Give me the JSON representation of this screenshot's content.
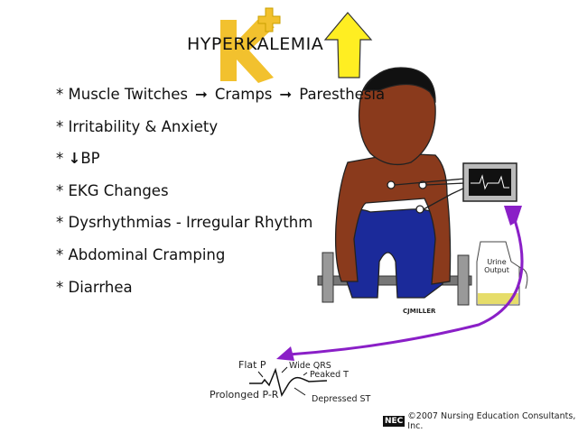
{
  "title": "HYPERKALEMIA",
  "symbol": "K+",
  "bullets": [
    {
      "prefix": "* ",
      "parts": [
        "Muscle Twitches",
        "Cramps",
        "Paresthesia"
      ],
      "arrow": "➞"
    },
    {
      "text": "* Irritability & Anxiety"
    },
    {
      "prefix": "* ",
      "arrow": "↓",
      "text": "BP"
    },
    {
      "text": "* EKG Changes"
    },
    {
      "text": "* Dysrhythmias - Irregular Rhythm"
    },
    {
      "text": "* Abdominal Cramping"
    },
    {
      "text": "* Diarrhea"
    }
  ],
  "jug_label_1": "Urine",
  "jug_label_2": "Output",
  "signature": "CJMILLER",
  "ekg_labels": {
    "flat_p": "Flat P",
    "wide_qrs": "Wide QRS",
    "peaked_t": "Peaked T",
    "prolonged_pr": "Prolonged P-R",
    "depressed_st": "Depressed ST"
  },
  "copyright": {
    "logo": "NEC",
    "text": "©2007 Nursing Education Consultants, Inc."
  },
  "colors": {
    "potassium": "#f2c12e",
    "up_arrow": "#ffee22",
    "skin": "#8a3a1c",
    "pants": "#1b2a9a",
    "tube": "#8a1fc7"
  }
}
